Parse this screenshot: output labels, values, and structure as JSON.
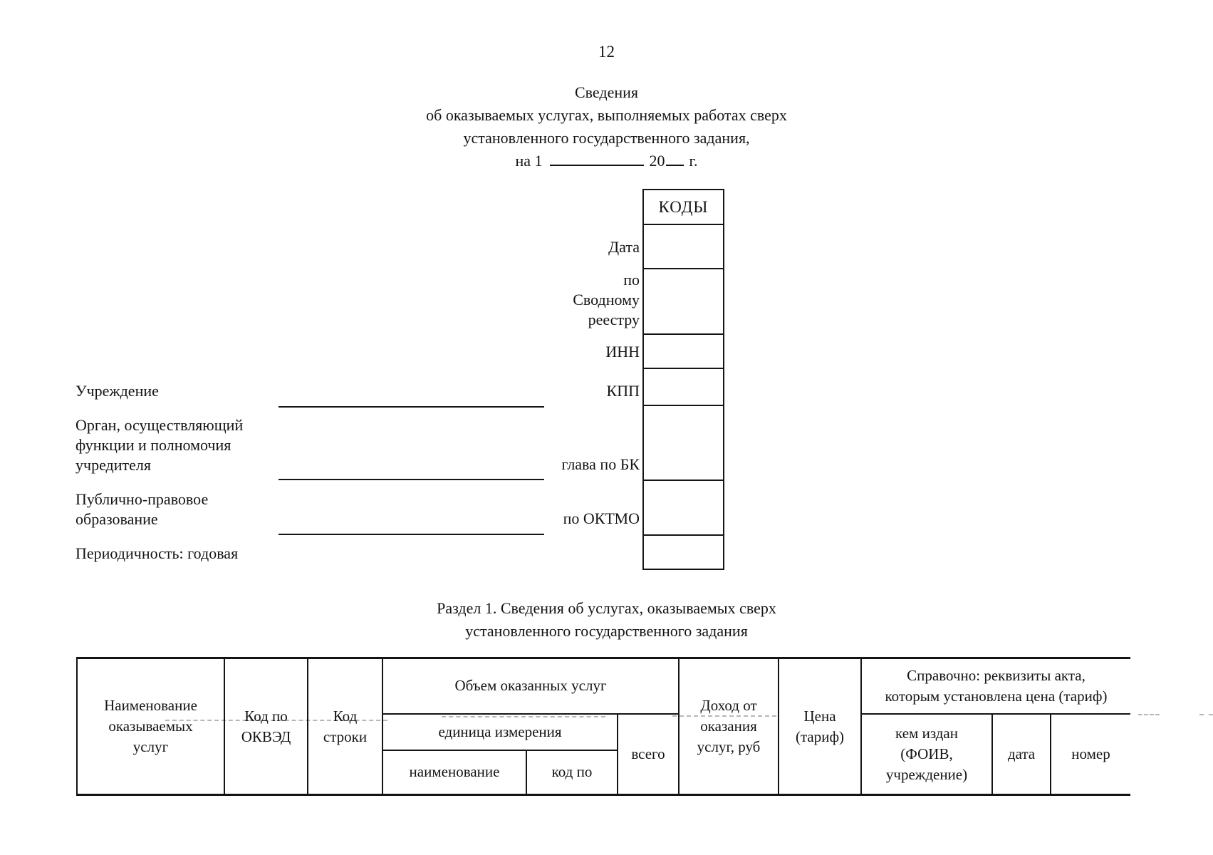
{
  "page": {
    "number": "12"
  },
  "header": {
    "title": "Сведения\nоб оказываемых услугах, выполняемых работах сверх\nустановленного государственного задания,",
    "date_prefix": "на 1",
    "year_prefix": "20",
    "year_suffix": "г."
  },
  "codes": {
    "title": "КОДЫ",
    "labels": {
      "date": "Дата",
      "registry": "по\nСводному\nреестру",
      "inn": "ИНН",
      "kpp": "КПП",
      "chapter_bk": "глава по БК",
      "oktmo": "по ОКТМО"
    }
  },
  "fields": {
    "institution": "Учреждение",
    "founder": "Орган, осуществляющий\nфункции и полномочия\nучредителя",
    "public_entity": "Публично-правовое\nобразование",
    "periodicity": "Периодичность: годовая"
  },
  "section1": {
    "title": "Раздел 1. Сведения об услугах, оказываемых сверх\nустановленного государственного задания",
    "table": {
      "columns": {
        "service_name": "Наименование\nоказываемых\nуслуг",
        "okved": "Код по\nОКВЭД",
        "line_code": "Код\nстроки",
        "volume": "Объем оказанных услуг",
        "unit": "единица измерения",
        "unit_name": "наименование",
        "unit_code": "код по",
        "total": "всего",
        "income": "Доход от\nоказания\nуслуг, руб",
        "price": "Цена\n(тариф)",
        "reference": "Справочно: реквизиты акта,\nкоторым установлена цена (тариф)",
        "issued_by": "кем издан\n(ФОИВ,\nучреждение)",
        "act_date": "дата",
        "act_number": "номер"
      }
    }
  }
}
